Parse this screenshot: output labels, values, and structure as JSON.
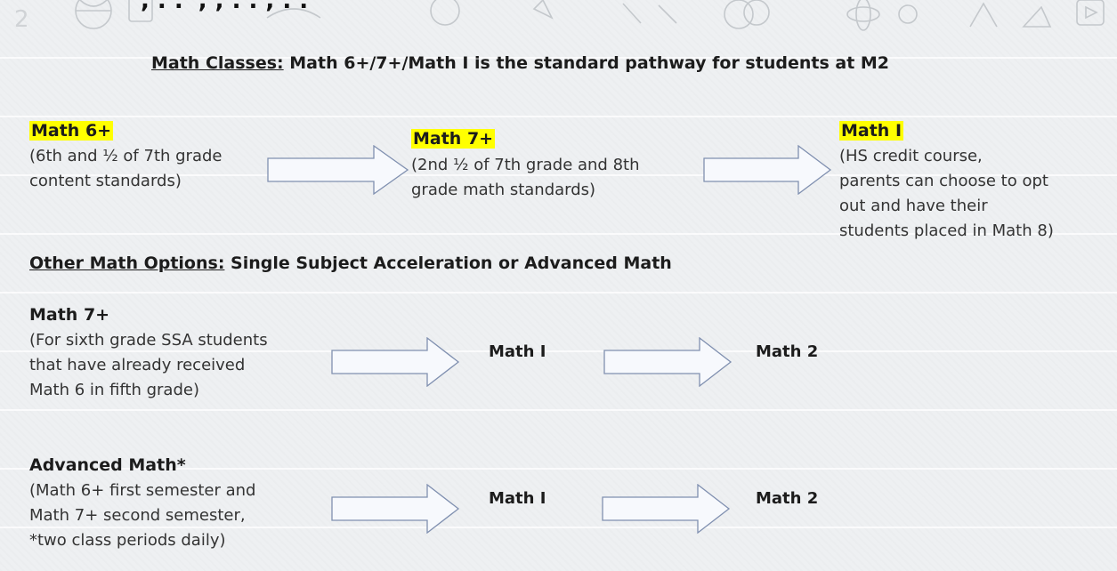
{
  "top_cut_text": "', . . ',  ,  . .    ,  .  .",
  "header": {
    "label": "Math Classes:",
    "text": " Math 6+/7+/Math I is the standard pathway for students at M2"
  },
  "standard_path": [
    {
      "title": "Math 6+",
      "desc": "(6th and ½ of 7th grade\ncontent standards)"
    },
    {
      "title": "Math 7+",
      "desc": "(2nd ½ of 7th grade and 8th\ngrade math standards)"
    },
    {
      "title": "Math I",
      "desc": "(HS credit course,\nparents can choose to opt\nout and have their\nstudents placed in Math 8)"
    }
  ],
  "other": {
    "label": "Other Math Options:",
    "text": " Single Subject Acceleration or Advanced Math"
  },
  "ssa": {
    "title": "Math 7+",
    "desc": "(For sixth grade SSA students\nthat have already received\nMath 6 in fifth grade)",
    "step1": "Math I",
    "step2": "Math 2"
  },
  "advanced": {
    "title": "Advanced Math*",
    "desc": "(Math 6+ first semester and\nMath 7+ second semester,\n*two class periods daily)",
    "step1": "Math I",
    "step2": "Math 2"
  },
  "colors": {
    "highlight": "#ffff00",
    "arrow_fill": "#f7f9fd",
    "arrow_stroke": "#8090b0"
  }
}
